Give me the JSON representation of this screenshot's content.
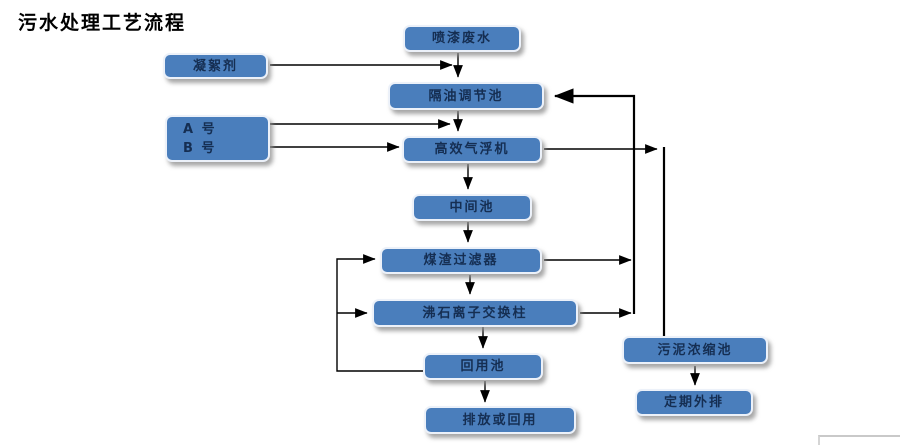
{
  "title": "污水处理工艺流程",
  "nodes": {
    "spray": "喷漆废水",
    "coagulant": "凝絮剂",
    "oiltank": "隔油调节池",
    "reagent_a": "A 号",
    "reagent_b": "B 号",
    "flotation": "高效气浮机",
    "midtank": "中间池",
    "filter": "煤渣过滤器",
    "zeolite": "沸石离子交换柱",
    "reuse": "回用池",
    "discharge": "排放或回用",
    "sludge": "污泥浓缩池",
    "periodic": "定期外排"
  },
  "edges": [
    {
      "from": "喷漆废水",
      "to": "隔油调节池"
    },
    {
      "from": "凝絮剂",
      "to": "隔油调节池"
    },
    {
      "from": "A 号 / B 号",
      "to": "高效气浮机"
    },
    {
      "from": "隔油调节池",
      "to": "高效气浮机"
    },
    {
      "from": "高效气浮机",
      "to": "中间池"
    },
    {
      "from": "高效气浮机",
      "to": "污泥浓缩池"
    },
    {
      "from": "中间池",
      "to": "煤渣过滤器"
    },
    {
      "from": "煤渣过滤器",
      "to": "沸石离子交换柱"
    },
    {
      "from": "煤渣过滤器",
      "to": "隔油调节池"
    },
    {
      "from": "沸石离子交换柱",
      "to": "回用池"
    },
    {
      "from": "沸石离子交换柱",
      "to": "隔油调节池"
    },
    {
      "from": "回用池",
      "to": "排放或回用"
    },
    {
      "from": "回用池",
      "to": "煤渣过滤器"
    },
    {
      "from": "回用池",
      "to": "沸石离子交换柱"
    },
    {
      "from": "污泥浓缩池",
      "to": "定期外排"
    }
  ],
  "colors": {
    "node_fill": "#4a7ebc",
    "node_border": "#ecf1f9",
    "node_text": "#152e52",
    "arrow": "#000000"
  }
}
